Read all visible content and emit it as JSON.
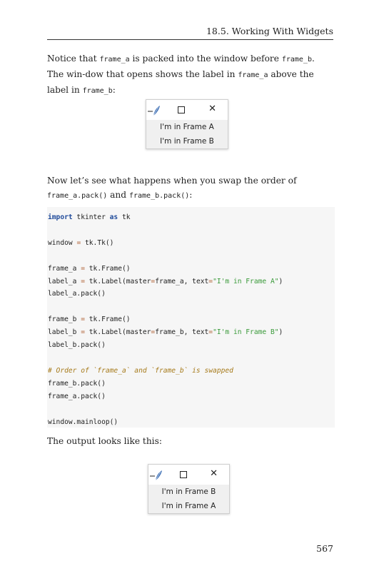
{
  "header": {
    "running_head": "18.5. Working With Widgets"
  },
  "para1": {
    "t1": "Notice that ",
    "c1": "frame_a",
    "t2": " is packed into the window before ",
    "c2": "frame_b",
    "t3": ". The win-dow that opens shows the label in ",
    "c3": "frame_a",
    "t4": " above the label in ",
    "c4": "frame_b",
    "t5": ":"
  },
  "window1": {
    "close_glyph": "✕",
    "labels": [
      "I'm in Frame A",
      "I'm in Frame B"
    ]
  },
  "para2": {
    "t1": "Now let’s see what happens when you swap the order of ",
    "c1": "frame_a.pack()",
    "t2": " and ",
    "c2": "frame_b.pack()",
    "t3": ":"
  },
  "code": {
    "kw_import": "import",
    "mod": " tkinter ",
    "kw_as": "as",
    "alias": " tk",
    "window_lhs": "window ",
    "window_rhs": " tk.Tk()",
    "fa_lhs": "frame_a ",
    "fa_rhs": " tk.Frame()",
    "la_lhs": "label_a ",
    "la_mid": " tk.Label(master",
    "la_mid2": "frame_a, text",
    "la_str": "\"I'm in Frame A\"",
    "la_end": ")",
    "la_pack": "label_a.pack()",
    "fb_lhs": "frame_b ",
    "fb_rhs": " tk.Frame()",
    "lb_lhs": "label_b ",
    "lb_mid": " tk.Label(master",
    "lb_mid2": "frame_b, text",
    "lb_str": "\"I'm in Frame B\"",
    "lb_end": ")",
    "lb_pack": "label_b.pack()",
    "comment": "# Order of `frame_a` and `frame_b` is swapped",
    "fb_pack": "frame_b.pack()",
    "fa_pack": "frame_a.pack()",
    "mainloop": "window.mainloop()",
    "eq": "="
  },
  "para3": {
    "text": "The output looks like this:"
  },
  "window2": {
    "close_glyph": "✕",
    "labels": [
      "I'm in Frame B",
      "I'm in Frame A"
    ]
  },
  "footer": {
    "page_number": "567"
  },
  "colors": {
    "keyword": "#1f4a9a",
    "string": "#3a9a3a",
    "comment": "#a67a1a",
    "operator": "#b3663a",
    "code_bg": "#f6f6f6",
    "feather_icon": "#3d6fb5"
  }
}
